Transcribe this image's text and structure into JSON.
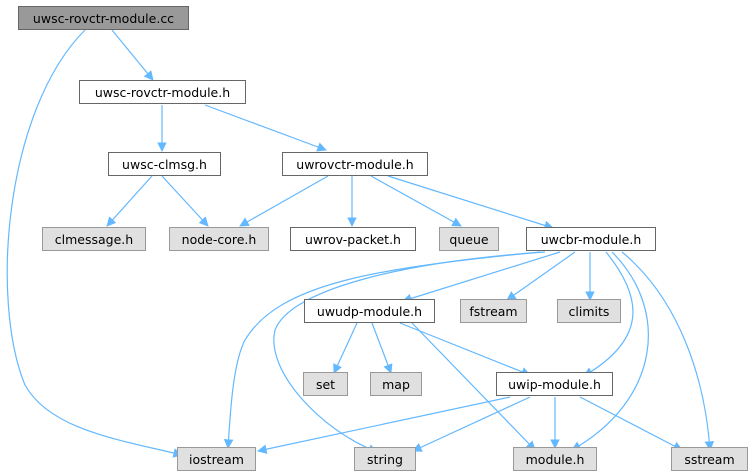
{
  "colors": {
    "edge": "#63b8ff",
    "root_fill": "#999999",
    "ext_fill": "#e0e0e0"
  },
  "nodes": {
    "root": "uwsc-rovctr-module.cc",
    "uwsc_rovctr_h": "uwsc-rovctr-module.h",
    "uwsc_clmsg": "uwsc-clmsg.h",
    "uwrovctr": "uwrovctr-module.h",
    "clmessage": "clmessage.h",
    "node_core": "node-core.h",
    "uwrov_packet": "uwrov-packet.h",
    "queue": "queue",
    "uwcbr": "uwcbr-module.h",
    "uwudp": "uwudp-module.h",
    "fstream": "fstream",
    "climits": "climits",
    "set": "set",
    "map": "map",
    "uwip": "uwip-module.h",
    "iostream": "iostream",
    "string": "string",
    "module": "module.h",
    "sstream": "sstream"
  }
}
